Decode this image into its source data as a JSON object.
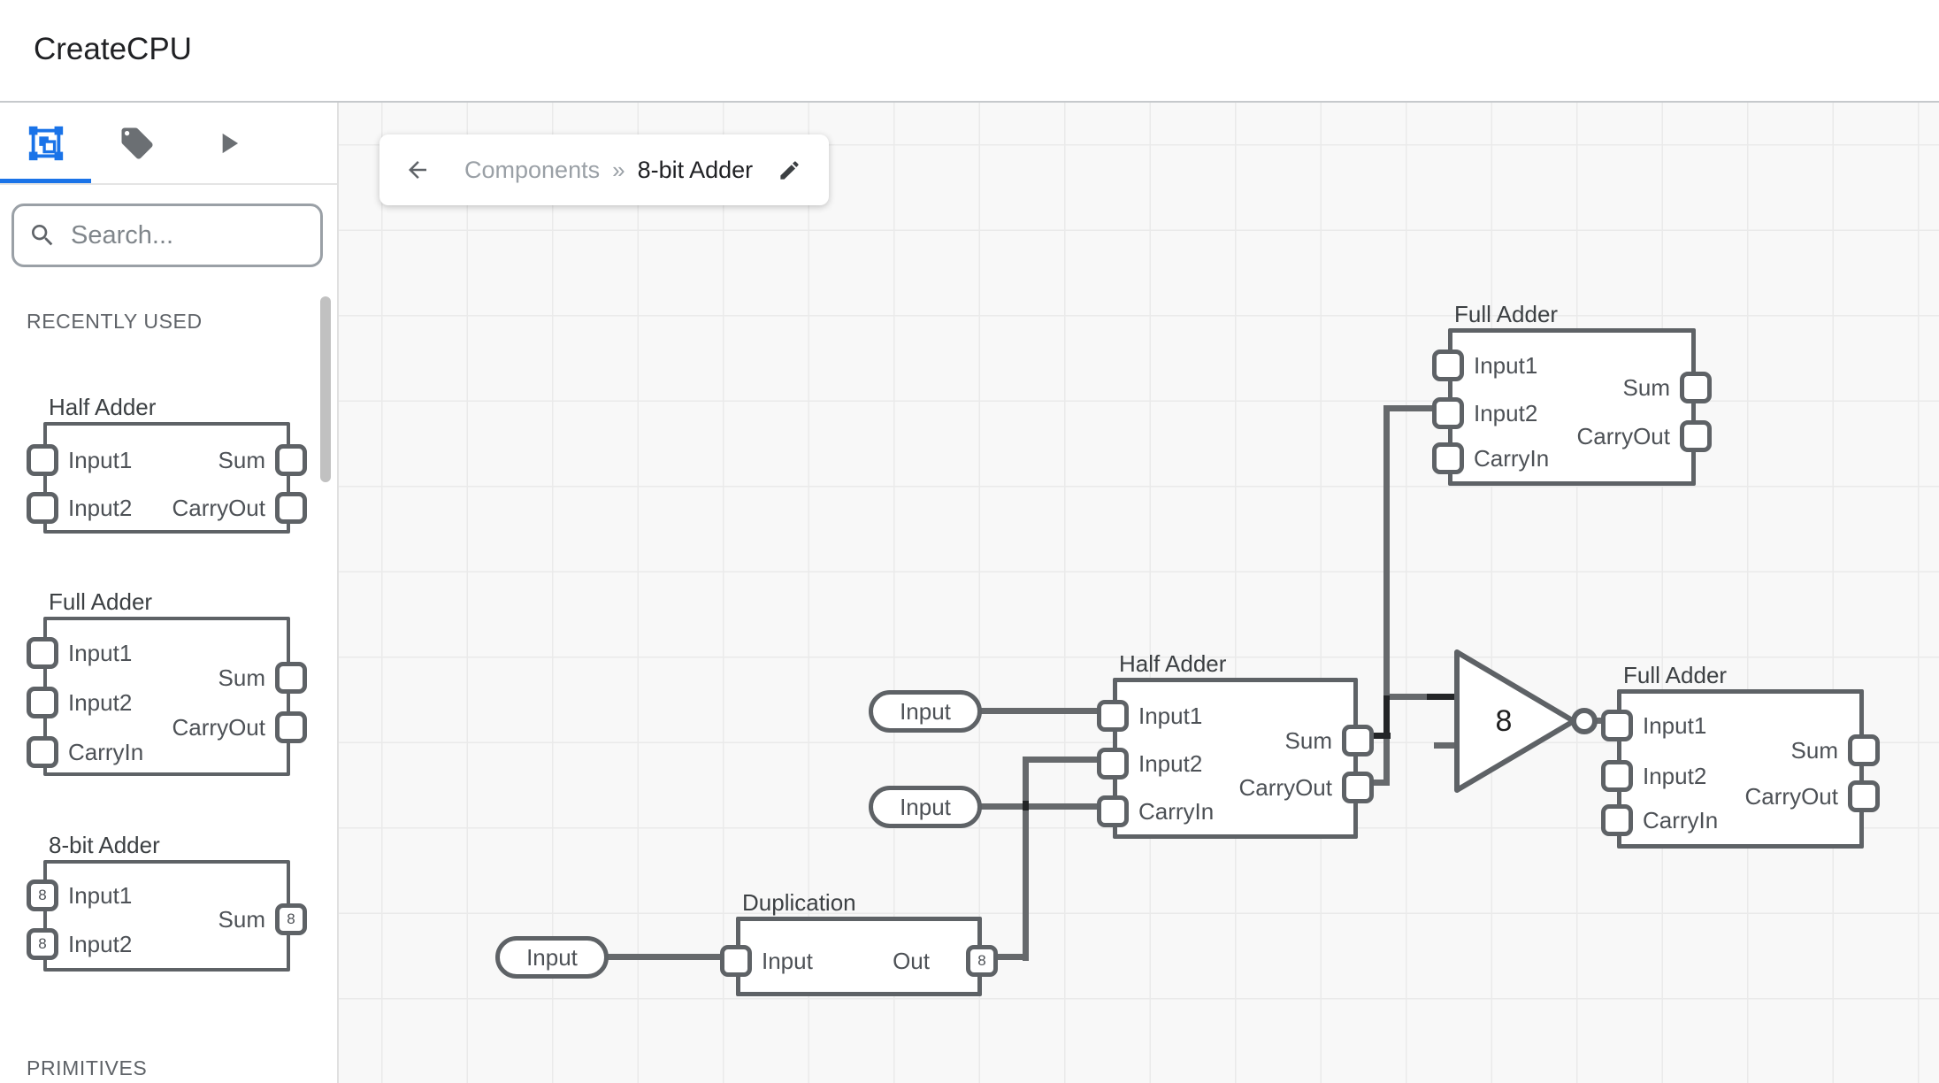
{
  "header": {
    "title": "CreateCPU"
  },
  "sidebar": {
    "tabs": [
      {
        "id": "components",
        "icon": "components-icon",
        "active": true
      },
      {
        "id": "tags",
        "icon": "tag-icon",
        "active": false
      },
      {
        "id": "run",
        "icon": "play-icon",
        "active": false
      }
    ],
    "search": {
      "placeholder": "Search..."
    },
    "sections": {
      "recently_used": "RECENTLY USED",
      "primitives": "PRIMITIVES"
    },
    "components": [
      {
        "title": "Half Adder",
        "left_ports": [
          {
            "label": "Input1"
          },
          {
            "label": "Input2"
          }
        ],
        "right_ports": [
          {
            "label": "Sum"
          },
          {
            "label": "CarryOut"
          }
        ]
      },
      {
        "title": "Full Adder",
        "left_ports": [
          {
            "label": "Input1"
          },
          {
            "label": "Input2"
          },
          {
            "label": "CarryIn"
          }
        ],
        "right_ports": [
          {
            "label": "Sum"
          },
          {
            "label": "CarryOut"
          }
        ]
      },
      {
        "title": "8-bit Adder",
        "left_ports": [
          {
            "label": "Input1",
            "width": "8"
          },
          {
            "label": "Input2",
            "width": "8"
          }
        ],
        "right_ports": [
          {
            "label": "Sum",
            "width": "8"
          }
        ]
      }
    ]
  },
  "breadcrumb": {
    "back_icon": "arrow-left-icon",
    "path": "Components",
    "separator": "»",
    "current": "8-bit Adder",
    "edit_icon": "pencil-icon"
  },
  "canvas": {
    "inputs": [
      {
        "label": "Input"
      },
      {
        "label": "Input"
      },
      {
        "label": "Input"
      }
    ],
    "components": [
      {
        "title": "Full Adder",
        "left_ports": [
          {
            "label": "Input1"
          },
          {
            "label": "Input2"
          },
          {
            "label": "CarryIn"
          }
        ],
        "right_ports": [
          {
            "label": "Sum"
          },
          {
            "label": "CarryOut"
          }
        ]
      },
      {
        "title": "Half Adder",
        "left_ports": [
          {
            "label": "Input1"
          },
          {
            "label": "Input2"
          },
          {
            "label": "CarryIn"
          }
        ],
        "right_ports": [
          {
            "label": "Sum"
          },
          {
            "label": "CarryOut"
          }
        ]
      },
      {
        "title": "Full Adder",
        "left_ports": [
          {
            "label": "Input1"
          },
          {
            "label": "Input2"
          },
          {
            "label": "CarryIn"
          }
        ],
        "right_ports": [
          {
            "label": "Sum"
          },
          {
            "label": "CarryOut"
          }
        ]
      },
      {
        "title": "Duplication",
        "left_ports": [
          {
            "label": "Input"
          }
        ],
        "right_ports": [
          {
            "label": "Out",
            "width": "8"
          }
        ]
      }
    ],
    "gate": {
      "value": "8"
    }
  },
  "colors": {
    "accent": "#1a73e8",
    "component_border": "#5e6266",
    "wire": "#66696c",
    "wire_overlap": "#232527",
    "canvas_bg": "#f8f8f8",
    "grid_line": "#eaeaea"
  }
}
